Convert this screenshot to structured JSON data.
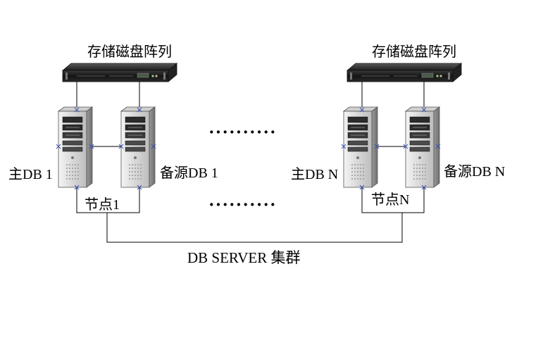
{
  "diagram": {
    "left_cluster": {
      "storage_label": "存储磁盘阵列",
      "primary_label": "主DB 1",
      "standby_label": "备源DB 1",
      "node_label": "节点1"
    },
    "right_cluster": {
      "storage_label": "存储磁盘阵列",
      "primary_label": "主DB N",
      "standby_label": "备源DB N",
      "node_label": "节点N"
    },
    "ellipsis_top": "··········",
    "ellipsis_bottom": "··········",
    "cluster_label": "DB SERVER 集群",
    "icons": [
      "disk-array-icon",
      "tower-server-icon"
    ]
  }
}
